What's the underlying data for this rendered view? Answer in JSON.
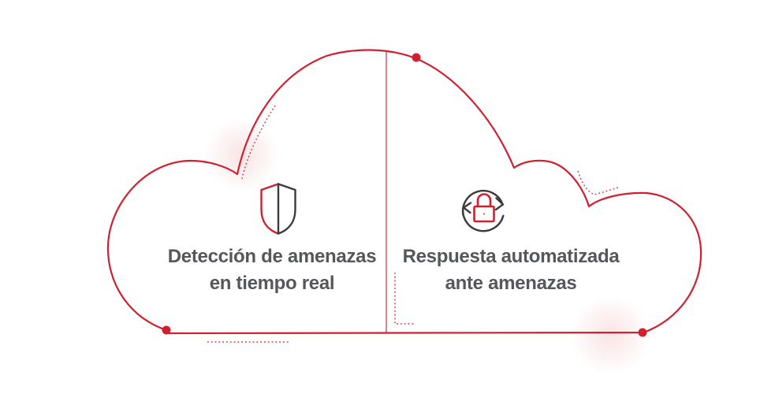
{
  "diagram": {
    "title": "cloud-security-features",
    "left_section": {
      "icon": "split-shield-icon",
      "title_line1": "Detección de amenazas",
      "title_line2": "en tiempo real"
    },
    "right_section": {
      "icon": "lock-sync-icon",
      "title_line1": "Respuesta automatizada",
      "title_line2": "ante amenazas"
    }
  },
  "colors": {
    "accent_red": "#d0202f",
    "divider_pink": "#d9858e",
    "icon_dark": "#3b3b3b",
    "text_gray": "#56575a",
    "glow_pink": "#f2c4c4",
    "background": "#ffffff"
  }
}
